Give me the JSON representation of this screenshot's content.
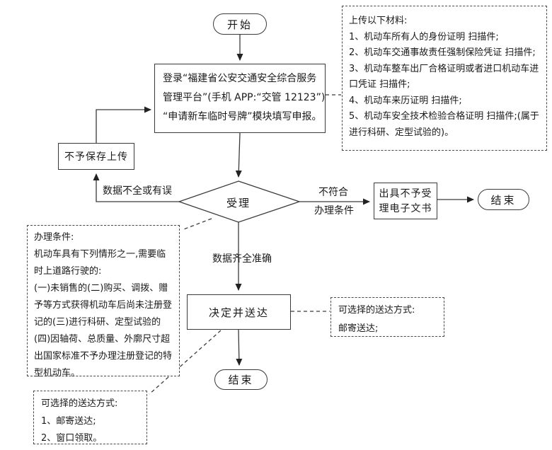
{
  "nodes": {
    "start": "开始",
    "login_lines": [
      "登录“福建省公安交通安全综合服务",
      "管理平台”(手机 APP:“交管 12123”)",
      "“申请新车临时号牌”模块填写申报。"
    ],
    "no_save": "不予保存上传",
    "review": "受理",
    "reject_doc": "出具不予受理电子文书",
    "end_right": "结束",
    "decide": "决定并送达",
    "end_bottom": "结束"
  },
  "edge_labels": {
    "data_incomplete": "数据不全或有误",
    "not_meet_line1": "不符合",
    "not_meet_line2": "办理条件",
    "data_complete": "数据齐全准确"
  },
  "notes": {
    "materials": {
      "lines": [
        "上传以下材料:",
        "1、机动车所有人的身份证明 扫描件;",
        "2、机动车交通事故责任强制保险凭证 扫描件;",
        "3、机动车整车出厂合格证明或者进口机动车进口凭证 扫描件;",
        "4、机动车来历证明 扫描件;",
        "5、机动车安全技术检验合格证明 扫描件;(属于进行科研、定型试验的)。"
      ]
    },
    "conditions": {
      "lines": [
        "办理条件:",
        "机动车具有下列情形之一,需要临时上道路行驶的:",
        "(一)未销售的(二)购买、调拨、赠予等方式获得机动车后尚未注册登记的(三)进行科研、定型试验的(四)因轴荷、总质量、外廓尺寸超出国家标准不予办理注册登记的特型机动车。"
      ]
    },
    "delivery_right": {
      "lines": [
        "可选择的送达方式:",
        "邮寄送达;"
      ]
    },
    "delivery_bottom": {
      "lines": [
        "可选择的送达方式:",
        "1、邮寄送达;",
        "2、窗口领取。"
      ]
    }
  },
  "colors": {
    "line": "#3a3a3a",
    "text": "#1a1a1a",
    "background": "#ffffff"
  }
}
